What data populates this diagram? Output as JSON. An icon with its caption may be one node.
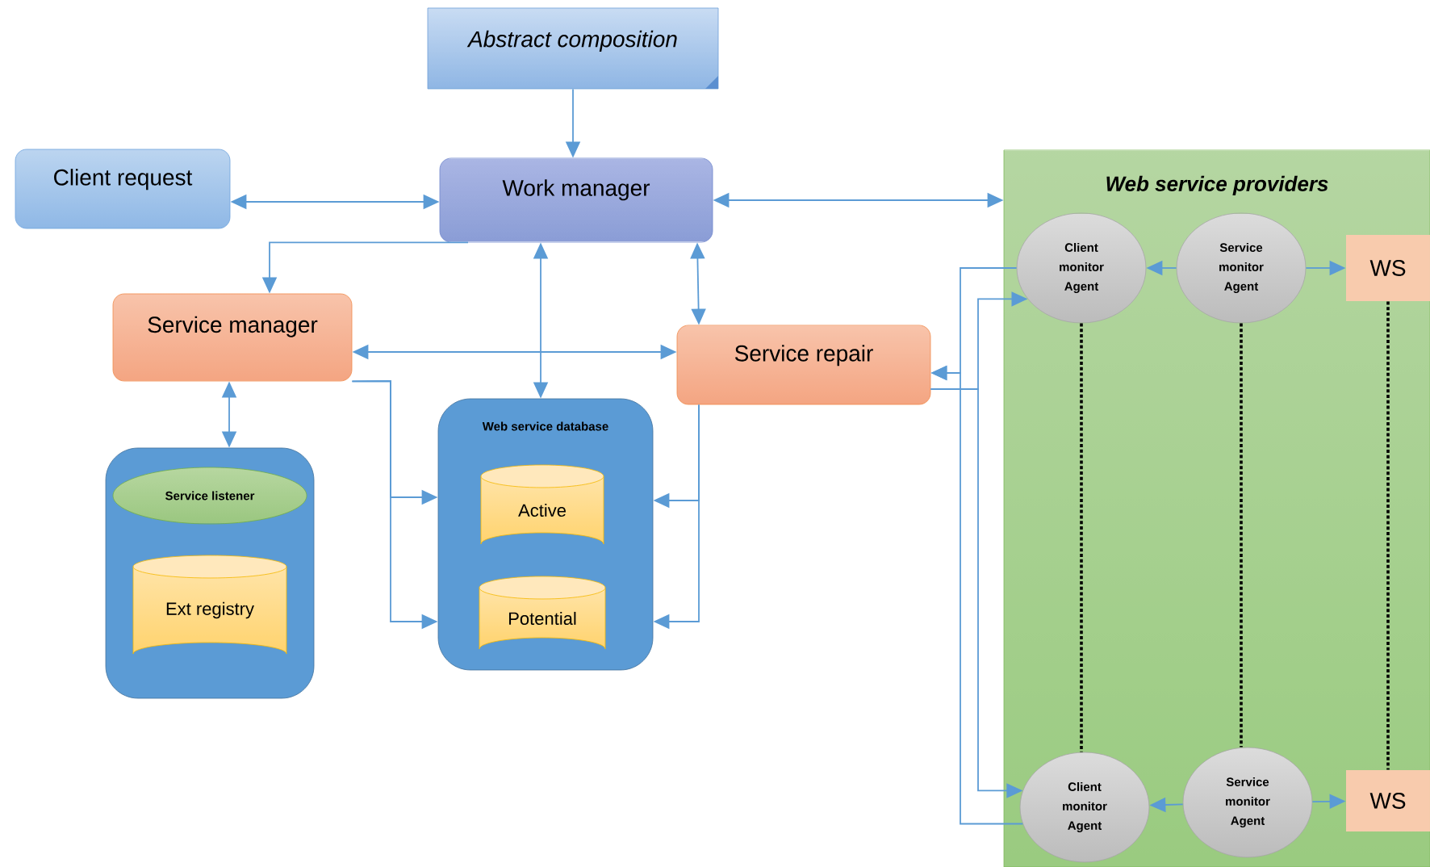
{
  "diagram": {
    "nodes": [
      {
        "text": [
          "Abstract composition"
        ]
      },
      {
        "text": [
          "Client request"
        ]
      },
      {
        "text": [
          "Work manager"
        ]
      },
      {
        "text": [
          "Web service providers"
        ]
      },
      {
        "text": [
          "Client monitor Agent"
        ],
        "in": 3
      },
      {
        "text": [
          "Service monitor Agent"
        ],
        "in": 3
      },
      {
        "text": [
          "WS"
        ],
        "in": 3
      },
      {
        "text": [
          "Service manager"
        ]
      },
      {
        "text": [
          "Service repair"
        ]
      },
      {
        "text": [],
        "shape": "box"
      },
      {
        "text": [
          "Service listener"
        ],
        "in": 9
      },
      {
        "text": [
          "Ext registry"
        ],
        "in": 9
      },
      {
        "text": [
          "Web service database"
        ]
      },
      {
        "text": [
          "Active"
        ],
        "in": 12
      },
      {
        "text": [
          "Potential"
        ],
        "in": 12
      },
      {
        "text": [
          "Client monitor Agent"
        ],
        "in": 3
      },
      {
        "text": [
          "Service monitor Agent"
        ],
        "in": 3
      },
      {
        "text": [
          "WS"
        ],
        "in": 3
      }
    ],
    "edges": [
      {
        "from": 0,
        "to": 2,
        "arrow": "to"
      },
      {
        "from": 1,
        "to": 2,
        "arrow": "both"
      },
      {
        "from": 2,
        "to": 3,
        "arrow": "both"
      },
      {
        "from": 2,
        "to": 7,
        "arrow": "to"
      },
      {
        "from": 2,
        "to": 12,
        "arrow": "both"
      },
      {
        "from": 2,
        "to": 8,
        "arrow": "both"
      },
      {
        "from": 7,
        "to": 8,
        "arrow": "both"
      },
      {
        "from": 7,
        "to": 9,
        "arrow": "both"
      },
      {
        "from": 7,
        "to": 12,
        "arrow": "to"
      },
      {
        "from": 7,
        "to": 12,
        "arrow": "to"
      },
      {
        "from": 8,
        "to": 12,
        "arrow": "to"
      },
      {
        "from": 8,
        "to": 12,
        "arrow": "to"
      },
      {
        "from": 4,
        "to": 8,
        "arrow": "to"
      },
      {
        "from": 15,
        "to": 8,
        "arrow": "to"
      },
      {
        "from": 8,
        "to": 4,
        "arrow": "to"
      },
      {
        "from": 8,
        "to": 15,
        "arrow": "to"
      },
      {
        "from": 5,
        "to": 4,
        "arrow": "to"
      },
      {
        "from": 5,
        "to": 6,
        "arrow": "to"
      },
      {
        "from": 16,
        "to": 15,
        "arrow": "to"
      },
      {
        "from": 16,
        "to": 17,
        "arrow": "to"
      },
      {
        "from": 4,
        "to": 15,
        "arrow": "none",
        "style": "dashed",
        "color": "#000000"
      },
      {
        "from": 5,
        "to": 16,
        "arrow": "none",
        "style": "dashed",
        "color": "#000000"
      },
      {
        "from": 6,
        "to": 17,
        "arrow": "none",
        "style": "dashed",
        "color": "#000000"
      }
    ]
  }
}
